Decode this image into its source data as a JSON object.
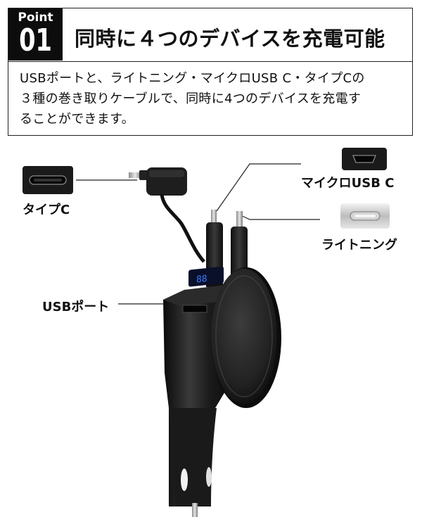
{
  "header": {
    "badge_word": "Point",
    "badge_number": "01",
    "title": "同時に４つのデバイスを充電可能"
  },
  "description": {
    "lines": [
      "USBポートと、ライトニング・マイクロUSB C・タイプCの",
      "３種の巻き取りケーブルで、同時に4つのデバイスを充電す",
      "ることができます。"
    ]
  },
  "callouts": {
    "type_c": "タイプC",
    "micro_usb": "マイクロUSB C",
    "lightning": "ライトニング",
    "usb_port": "USBポート"
  },
  "icons": {
    "type_c_port": "usb-c-port-icon",
    "micro_usb_port": "micro-usb-port-icon",
    "lightning_port": "lightning-port-icon",
    "product": "car-charger-image"
  }
}
